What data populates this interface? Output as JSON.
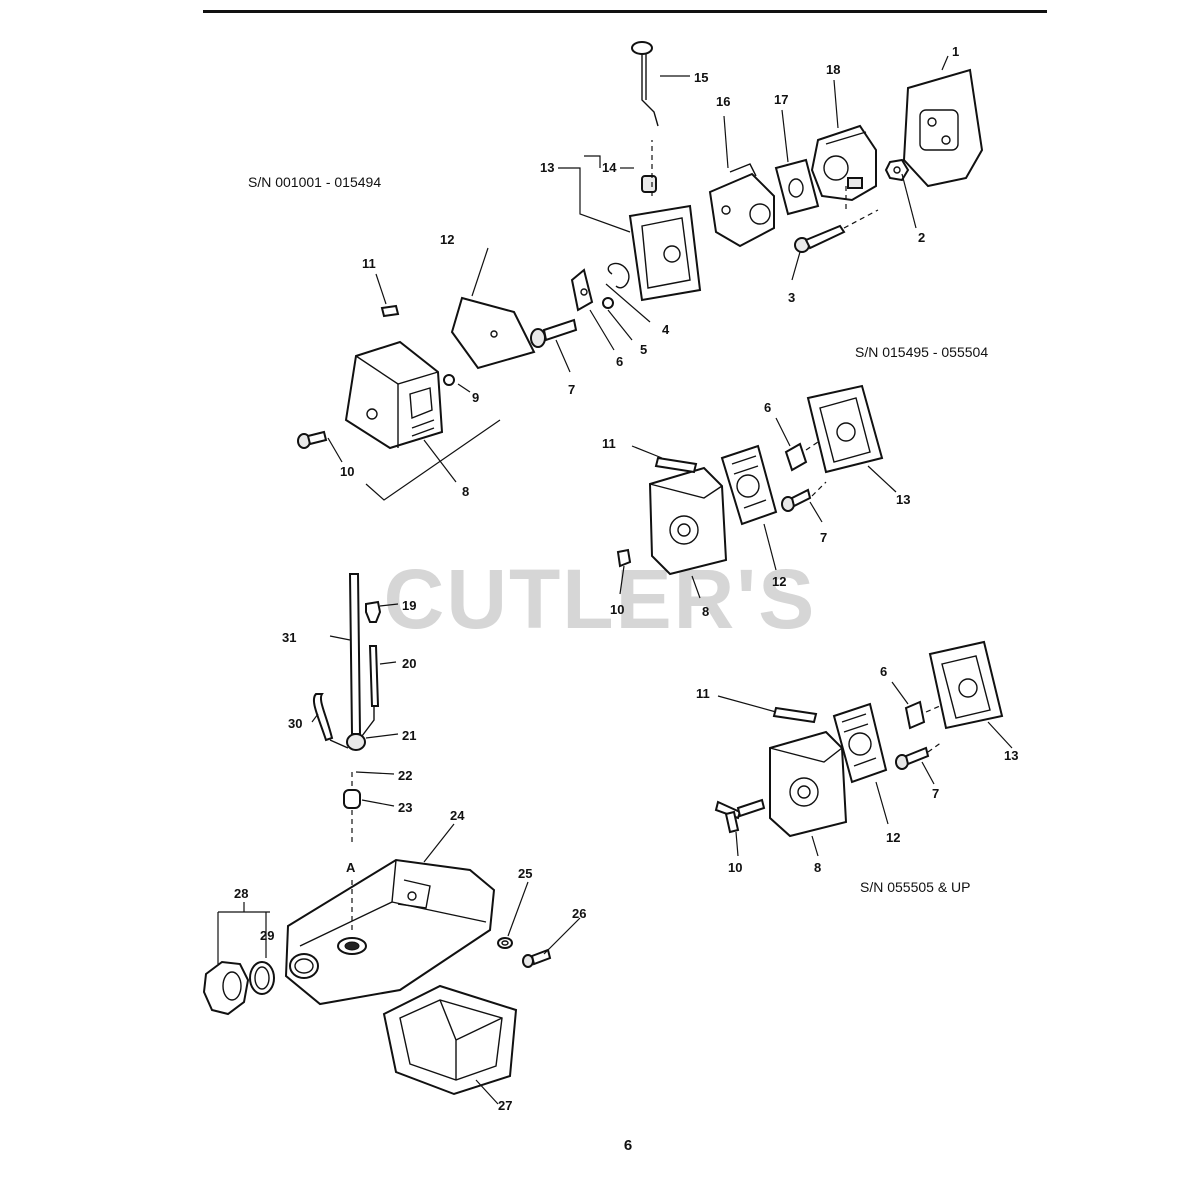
{
  "page": {
    "number": "6"
  },
  "watermark": {
    "text": "CUTLER'S"
  },
  "serial_ranges": {
    "range_a": "S/N 001001 - 015494",
    "range_b": "S/N 015495 - 055504",
    "range_c": "S/N 055505 & UP"
  },
  "callouts": {
    "top": [
      "1",
      "2",
      "3",
      "4",
      "5",
      "6",
      "7",
      "8",
      "9",
      "10",
      "11",
      "12",
      "13",
      "14",
      "15",
      "16",
      "17",
      "18"
    ],
    "mid": [
      "6",
      "7",
      "8",
      "10",
      "11",
      "12",
      "13"
    ],
    "low": [
      "6",
      "7",
      "8",
      "10",
      "11",
      "12",
      "13"
    ],
    "tank": [
      "19",
      "20",
      "21",
      "22",
      "23",
      "24",
      "25",
      "26",
      "27",
      "28",
      "29",
      "30",
      "31"
    ],
    "ref_letter": "A"
  },
  "colors": {
    "line": "#111111",
    "watermark": "#d6d6d6",
    "rule": "#111111"
  }
}
